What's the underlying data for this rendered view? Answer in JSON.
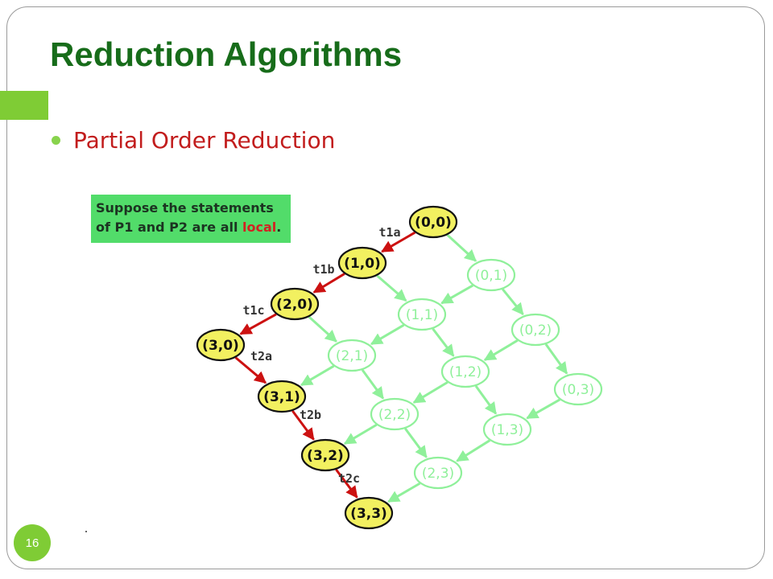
{
  "slide": {
    "title": "Reduction Algorithms",
    "bullet": "Partial Order Reduction",
    "page_number": "16"
  },
  "note": {
    "line1": "Suppose the statements",
    "line2_prefix": "of P1 and P2 are all ",
    "line2_highlight": "local",
    "line2_suffix": "."
  },
  "colors": {
    "title": "#176c1a",
    "accent": "#7fcc35",
    "bullet_text": "#c21d1d",
    "note_bg": "#52dc6a",
    "highlight_node": "#f2f060",
    "green_node": "#8ff09a",
    "red_edge": "#cc1111",
    "green_edge": "#8ff09a"
  },
  "graph": {
    "nodes": [
      {
        "id": "n00",
        "label": "(0,0)",
        "highlight": true
      },
      {
        "id": "n01",
        "label": "(0,1)",
        "highlight": false
      },
      {
        "id": "n02",
        "label": "(0,2)",
        "highlight": false
      },
      {
        "id": "n03",
        "label": "(0,3)",
        "highlight": false
      },
      {
        "id": "n10",
        "label": "(1,0)",
        "highlight": true
      },
      {
        "id": "n11",
        "label": "(1,1)",
        "highlight": false
      },
      {
        "id": "n12",
        "label": "(1,2)",
        "highlight": false
      },
      {
        "id": "n13",
        "label": "(1,3)",
        "highlight": false
      },
      {
        "id": "n20",
        "label": "(2,0)",
        "highlight": true
      },
      {
        "id": "n21",
        "label": "(2,1)",
        "highlight": false
      },
      {
        "id": "n22",
        "label": "(2,2)",
        "highlight": false
      },
      {
        "id": "n23",
        "label": "(2,3)",
        "highlight": false
      },
      {
        "id": "n30",
        "label": "(3,0)",
        "highlight": true
      },
      {
        "id": "n31",
        "label": "(3,1)",
        "highlight": true
      },
      {
        "id": "n32",
        "label": "(3,2)",
        "highlight": true
      },
      {
        "id": "n33",
        "label": "(3,3)",
        "highlight": true
      }
    ],
    "edges": [
      {
        "from": "n00",
        "to": "n10",
        "label": "t1a",
        "highlight": true
      },
      {
        "from": "n10",
        "to": "n20",
        "label": "t1b",
        "highlight": true
      },
      {
        "from": "n20",
        "to": "n30",
        "label": "t1c",
        "highlight": true
      },
      {
        "from": "n30",
        "to": "n31",
        "label": "t2a",
        "highlight": true
      },
      {
        "from": "n31",
        "to": "n32",
        "label": "t2b",
        "highlight": true
      },
      {
        "from": "n32",
        "to": "n33",
        "label": "t2c",
        "highlight": true
      },
      {
        "from": "n00",
        "to": "n01",
        "label": "",
        "highlight": false
      },
      {
        "from": "n01",
        "to": "n02",
        "label": "",
        "highlight": false
      },
      {
        "from": "n02",
        "to": "n03",
        "label": "",
        "highlight": false
      },
      {
        "from": "n10",
        "to": "n11",
        "label": "",
        "highlight": false
      },
      {
        "from": "n11",
        "to": "n12",
        "label": "",
        "highlight": false
      },
      {
        "from": "n12",
        "to": "n13",
        "label": "",
        "highlight": false
      },
      {
        "from": "n20",
        "to": "n21",
        "label": "",
        "highlight": false
      },
      {
        "from": "n21",
        "to": "n22",
        "label": "",
        "highlight": false
      },
      {
        "from": "n22",
        "to": "n23",
        "label": "",
        "highlight": false
      },
      {
        "from": "n01",
        "to": "n11",
        "label": "",
        "highlight": false
      },
      {
        "from": "n11",
        "to": "n21",
        "label": "",
        "highlight": false
      },
      {
        "from": "n21",
        "to": "n31",
        "label": "",
        "highlight": false
      },
      {
        "from": "n02",
        "to": "n12",
        "label": "",
        "highlight": false
      },
      {
        "from": "n12",
        "to": "n22",
        "label": "",
        "highlight": false
      },
      {
        "from": "n22",
        "to": "n32",
        "label": "",
        "highlight": false
      },
      {
        "from": "n03",
        "to": "n13",
        "label": "",
        "highlight": false
      },
      {
        "from": "n13",
        "to": "n23",
        "label": "",
        "highlight": false
      },
      {
        "from": "n23",
        "to": "n33",
        "label": "",
        "highlight": false
      }
    ]
  }
}
